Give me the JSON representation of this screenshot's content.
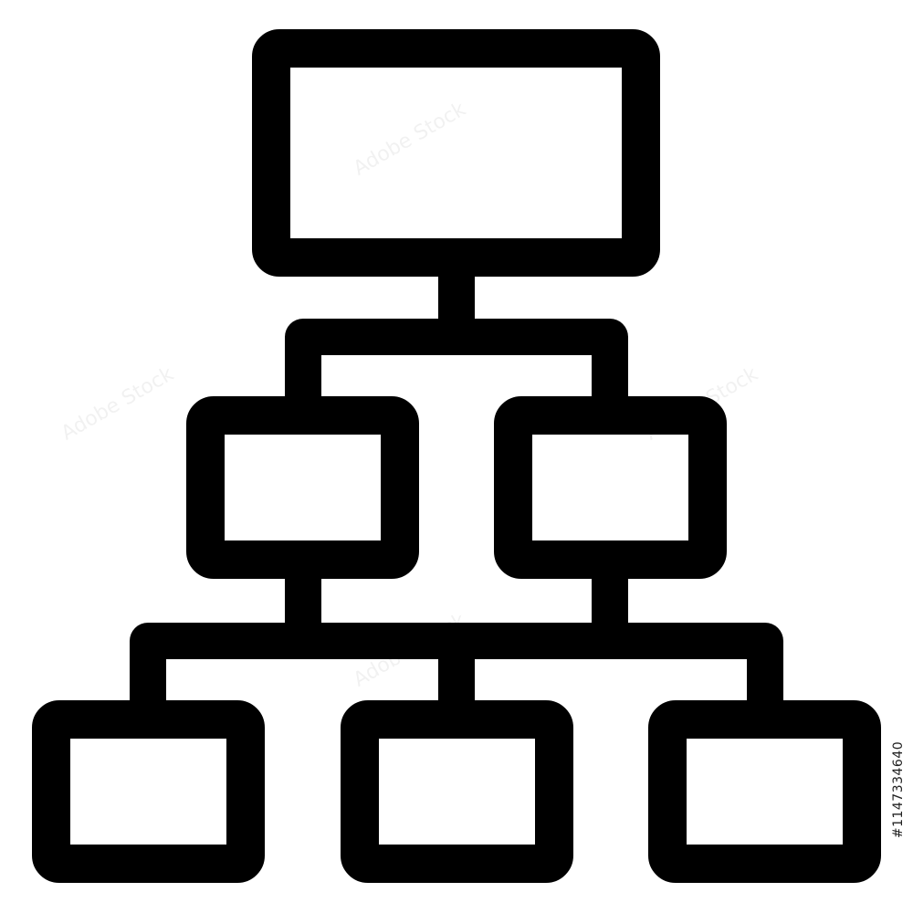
{
  "diagram": {
    "kind": "hierarchy-org-chart-icon",
    "stroke_color": "#000000",
    "fill_color": "#ffffff",
    "levels": [
      {
        "level": 1,
        "node_count": 1
      },
      {
        "level": 2,
        "node_count": 2
      },
      {
        "level": 3,
        "node_count": 3
      }
    ]
  },
  "watermark": {
    "brand": "Adobe Stock",
    "stock_id": "#1147334640"
  }
}
